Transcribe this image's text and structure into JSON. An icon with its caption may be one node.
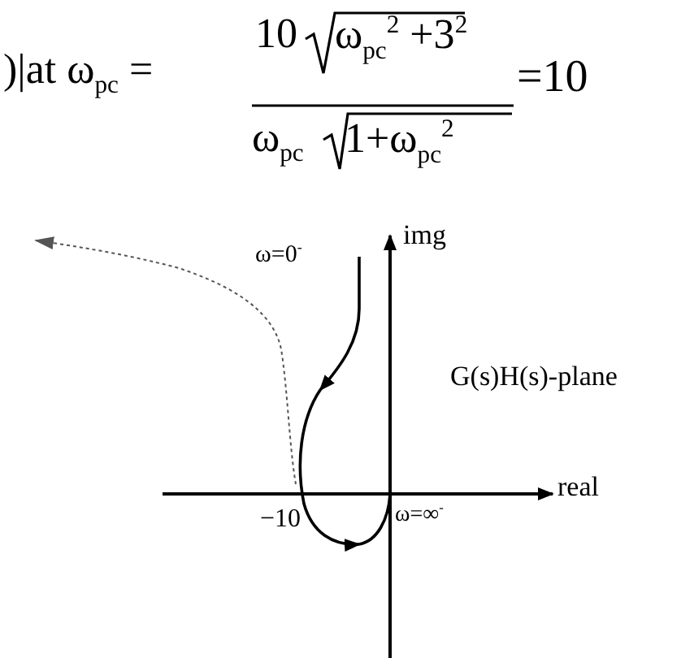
{
  "diagram": {
    "labels": [
      ")|at ω$_{pc}$ =",
      "10",
      "ω$_{pc}$$^{2}$ +3$^{2}$",
      "ω$_{pc}$",
      "1+ω$_{pc}$$^{2}$",
      "=10",
      "ω=0$^{-}$",
      "img",
      "G(s)H(s)-plane",
      "real",
      "−10",
      "ω=∞$^{-}$"
    ]
  }
}
